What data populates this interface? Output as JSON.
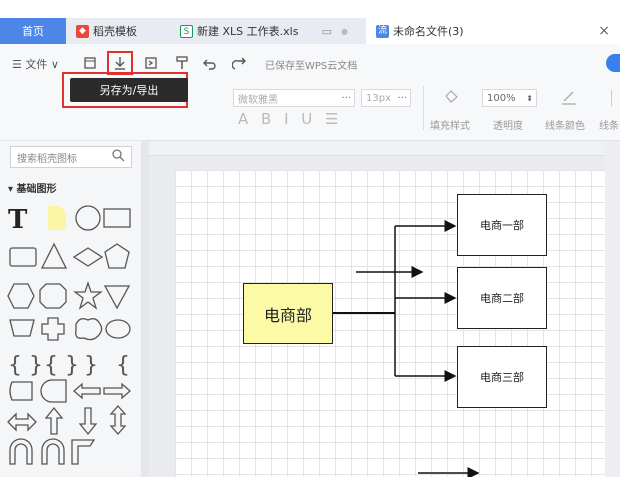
{
  "tabs": {
    "home": "首页",
    "templates": "稻壳模板",
    "xls": "新建 XLS 工作表.xls",
    "active": "未命名文件(3)",
    "close": "×"
  },
  "toolbar": {
    "file_menu": "☰ 文件 ∨",
    "saved_status": "已保存至WPS云文档",
    "tooltip": "另存为/导出",
    "font_family": "微软雅黑",
    "font_more": "···",
    "font_size": "13px",
    "font_size_more": "···",
    "format_letters": "A B I U ☰",
    "opacity_value": "100%",
    "label_fill": "填充样式",
    "label_opacity": "透明度",
    "label_line_color": "线条颜色",
    "label_line_style": "线条"
  },
  "sidebar": {
    "search_placeholder": "搜索稻壳图标",
    "category": "▾ 基础图形"
  },
  "diagram": {
    "main": "电商部",
    "dept1": "电商一部",
    "dept2": "电商二部",
    "dept3": "电商三部"
  },
  "colors": {
    "home_tab": "#4e86e8",
    "highlight": "#e03030",
    "main_node_fill": "#fdfaa6"
  }
}
